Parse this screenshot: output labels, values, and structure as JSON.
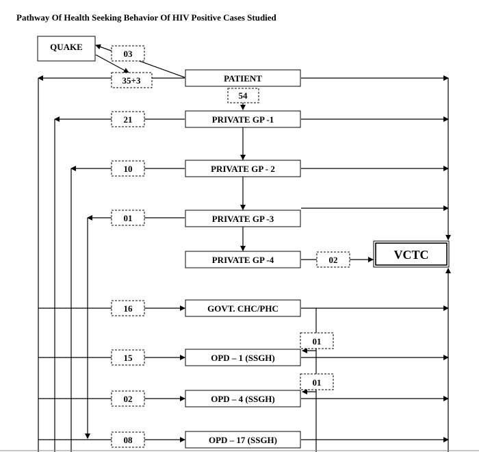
{
  "title": "Pathway Of Health Seeking Behavior Of HIV Positive Cases Studied",
  "nodes": {
    "quake": "QUAKE",
    "patient": "PATIENT",
    "gp1": "PRIVATE GP -1",
    "gp2": "PRIVATE GP - 2",
    "gp3": "PRIVATE GP -3",
    "gp4": "PRIVATE GP -4",
    "vctc": "VCTC",
    "govt": "GOVT. CHC/PHC",
    "opd1": "OPD – 1  (SSGH)",
    "opd4": "OPD – 4  (SSGH)",
    "opd17": "OPD – 17  (SSGH)"
  },
  "counts": {
    "quake_return": "03",
    "to_quake": "35+3",
    "to_gp1": "54",
    "gp1_out": "21",
    "gp2_out": "10",
    "gp3_out": "01",
    "gp4_vctc": "02",
    "govt_in": "16",
    "opd1_in": "15",
    "opd4_in": "02",
    "opd17_in": "08",
    "govt_opd1": "01",
    "govt_opd4": "01"
  }
}
